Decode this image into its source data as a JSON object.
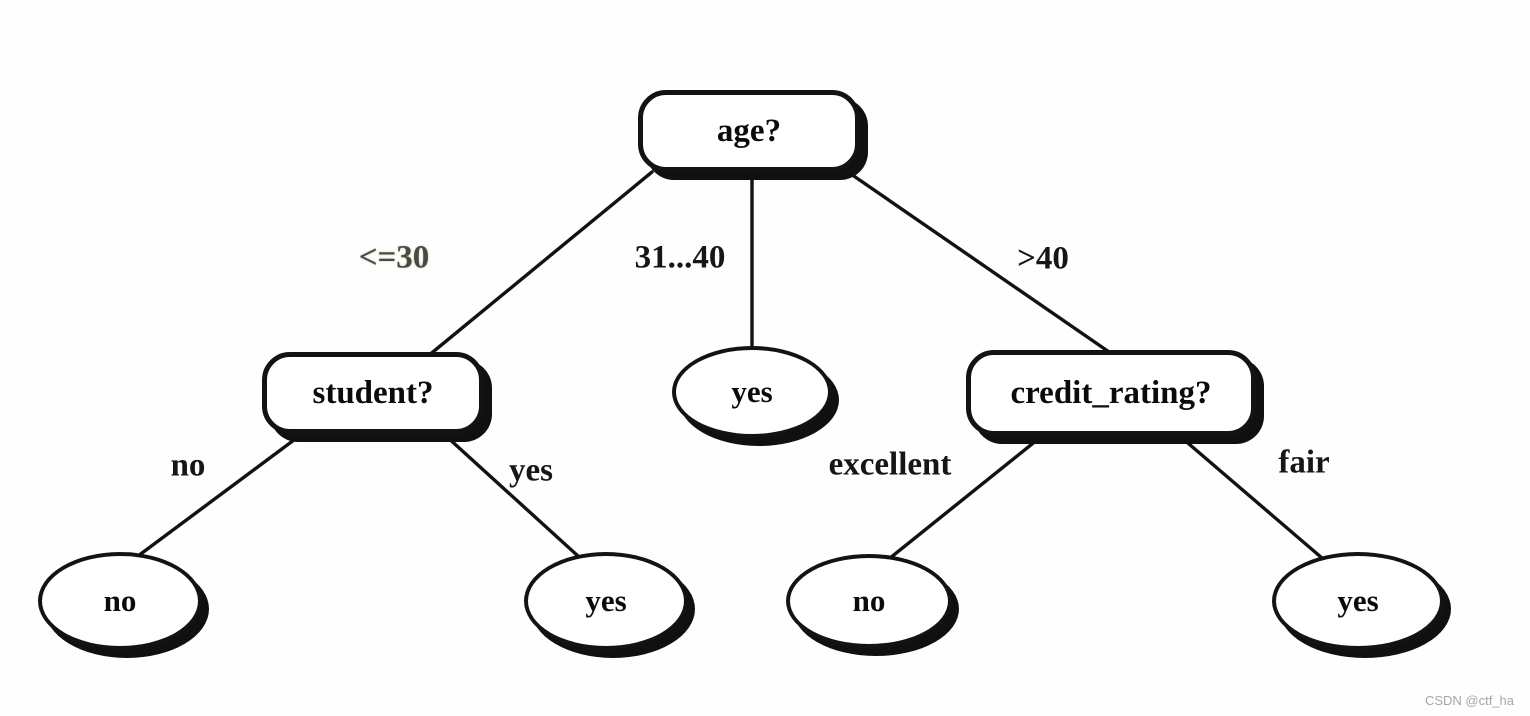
{
  "diagram_type": "decision-tree",
  "colors": {
    "node_fill": "#ffffff",
    "node_border": "#131313",
    "edge_stroke": "#121212",
    "text": "#0b0b0b",
    "watermark_text_color": "#a6a6a6"
  },
  "tree": {
    "root": {
      "label": "age?",
      "type": "decision",
      "children": [
        {
          "edge_label": "<=30",
          "label": "student?",
          "type": "decision",
          "children": [
            {
              "edge_label": "no",
              "label": "no",
              "type": "leaf"
            },
            {
              "edge_label": "yes",
              "label": "yes",
              "type": "leaf"
            }
          ]
        },
        {
          "edge_label": "31...40",
          "label": "yes",
          "type": "leaf"
        },
        {
          "edge_label": ">40",
          "label": "credit_rating?",
          "type": "decision",
          "children": [
            {
              "edge_label": "excellent",
              "label": "no",
              "type": "leaf"
            },
            {
              "edge_label": "fair",
              "label": "yes",
              "type": "leaf"
            }
          ]
        }
      ]
    }
  },
  "watermark": {
    "text": "CSDN @ctf_ha"
  }
}
